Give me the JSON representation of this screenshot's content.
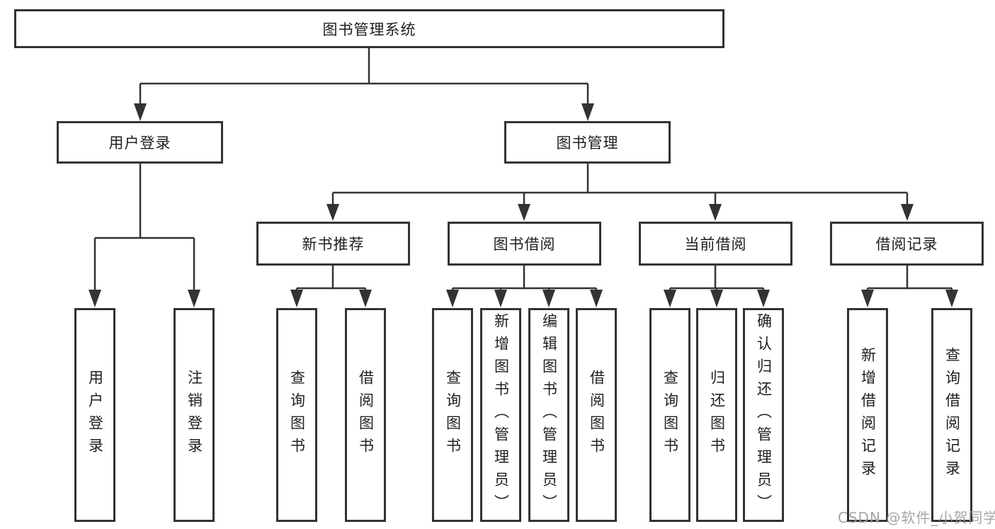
{
  "diagram": {
    "root": {
      "label": "图书管理系统"
    },
    "level2": [
      {
        "label": "用户登录"
      },
      {
        "label": "图书管理"
      }
    ],
    "level3": [
      {
        "label": "新书推荐"
      },
      {
        "label": "图书借阅"
      },
      {
        "label": "当前借阅"
      },
      {
        "label": "借阅记录"
      }
    ],
    "leaves": {
      "user_login": [
        "用户登录",
        "注销登录"
      ],
      "new_book_recommend": [
        "查询图书",
        "借阅图书"
      ],
      "book_borrow": [
        "查询图书",
        "新增图书（管理员）",
        "编辑图书（管理员）",
        "借阅图书"
      ],
      "current_borrow": [
        "查询图书",
        "归还图书",
        "确认归还（管理员）"
      ],
      "borrow_records": [
        "新增借阅记录",
        "查询借阅记录"
      ]
    }
  },
  "watermark": {
    "text": "CSDN @软件_小贺同学"
  },
  "colors": {
    "line": "#333333",
    "text": "#1f1f1f",
    "watermark_gray": "#9e9ea4",
    "background": "#ffffff"
  }
}
